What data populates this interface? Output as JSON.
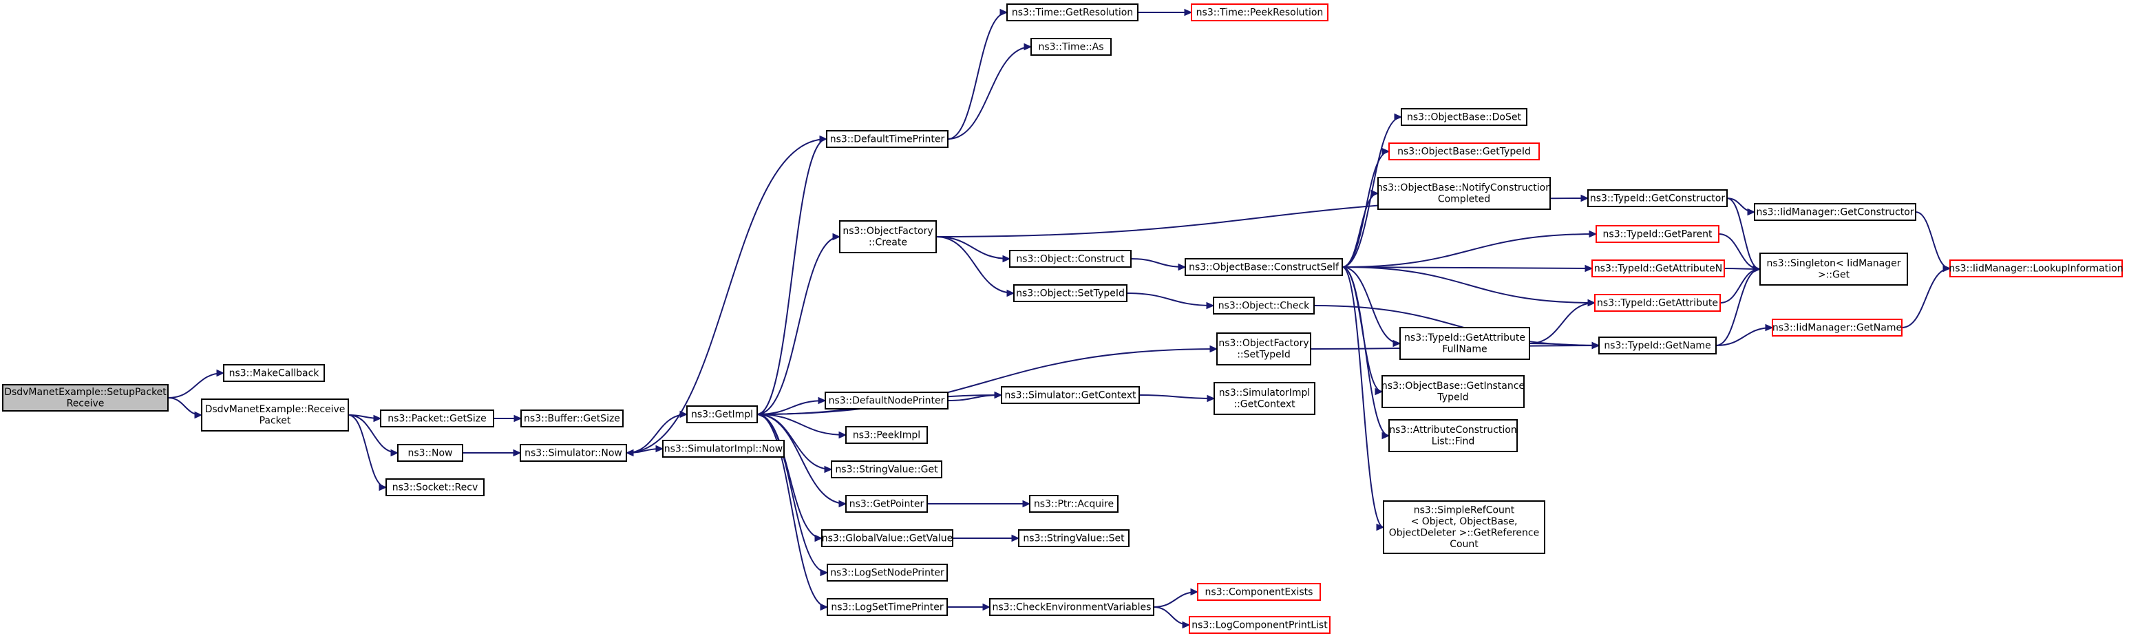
{
  "graph": {
    "nodes": [
      {
        "id": "setup",
        "lines": [
          "DsdvManetExample::SetupPacket",
          "Receive"
        ],
        "style": "gray"
      },
      {
        "id": "makecb",
        "lines": [
          "ns3::MakeCallback"
        ],
        "style": "normal"
      },
      {
        "id": "recvpkt",
        "lines": [
          "DsdvManetExample::Receive",
          "Packet"
        ],
        "style": "normal"
      },
      {
        "id": "pktsize",
        "lines": [
          "ns3::Packet::GetSize"
        ],
        "style": "normal"
      },
      {
        "id": "bufsize",
        "lines": [
          "ns3::Buffer::GetSize"
        ],
        "style": "normal"
      },
      {
        "id": "now",
        "lines": [
          "ns3::Now"
        ],
        "style": "normal"
      },
      {
        "id": "simnow",
        "lines": [
          "ns3::Simulator::Now"
        ],
        "style": "normal"
      },
      {
        "id": "sockrecv",
        "lines": [
          "ns3::Socket::Recv"
        ],
        "style": "normal"
      },
      {
        "id": "getimpl",
        "lines": [
          "ns3::GetImpl"
        ],
        "style": "normal"
      },
      {
        "id": "simimplnow",
        "lines": [
          "ns3::SimulatorImpl::Now"
        ],
        "style": "normal"
      },
      {
        "id": "deftime",
        "lines": [
          "ns3::DefaultTimePrinter"
        ],
        "style": "normal"
      },
      {
        "id": "getres",
        "lines": [
          "ns3::Time::GetResolution"
        ],
        "style": "normal"
      },
      {
        "id": "peekres",
        "lines": [
          "ns3::Time::PeekResolution"
        ],
        "style": "red"
      },
      {
        "id": "timeas",
        "lines": [
          "ns3::Time::As"
        ],
        "style": "normal"
      },
      {
        "id": "objfcreate",
        "lines": [
          "ns3::ObjectFactory",
          "::Create"
        ],
        "style": "normal"
      },
      {
        "id": "objconstruct",
        "lines": [
          "ns3::Object::Construct"
        ],
        "style": "normal"
      },
      {
        "id": "objsettid",
        "lines": [
          "ns3::Object::SetTypeId"
        ],
        "style": "normal"
      },
      {
        "id": "constructself",
        "lines": [
          "ns3::ObjectBase::ConstructSelf"
        ],
        "style": "normal"
      },
      {
        "id": "doset",
        "lines": [
          "ns3::ObjectBase::DoSet"
        ],
        "style": "normal"
      },
      {
        "id": "obgettid",
        "lines": [
          "ns3::ObjectBase::GetTypeId"
        ],
        "style": "red"
      },
      {
        "id": "notify",
        "lines": [
          "ns3::ObjectBase::NotifyConstruction",
          "Completed"
        ],
        "style": "normal"
      },
      {
        "id": "getctor",
        "lines": [
          "ns3::TypeId::GetConstructor"
        ],
        "style": "normal"
      },
      {
        "id": "iidgetctor",
        "lines": [
          "ns3::IidManager::GetConstructor"
        ],
        "style": "normal"
      },
      {
        "id": "lookup",
        "lines": [
          "ns3::IidManager::LookupInformation"
        ],
        "style": "red"
      },
      {
        "id": "getparent",
        "lines": [
          "ns3::TypeId::GetParent"
        ],
        "style": "red"
      },
      {
        "id": "singleton",
        "lines": [
          "ns3::Singleton< IidManager",
          ">::Get"
        ],
        "style": "normal"
      },
      {
        "id": "getattrn",
        "lines": [
          "ns3::TypeId::GetAttributeN"
        ],
        "style": "red"
      },
      {
        "id": "getattr",
        "lines": [
          "ns3::TypeId::GetAttribute"
        ],
        "style": "red"
      },
      {
        "id": "objcheck",
        "lines": [
          "ns3::Object::Check"
        ],
        "style": "normal"
      },
      {
        "id": "getattrfull",
        "lines": [
          "ns3::TypeId::GetAttribute",
          "FullName"
        ],
        "style": "normal"
      },
      {
        "id": "getname",
        "lines": [
          "ns3::TypeId::GetName"
        ],
        "style": "normal"
      },
      {
        "id": "iidgetname",
        "lines": [
          "ns3::IidManager::GetName"
        ],
        "style": "red"
      },
      {
        "id": "objfsettid",
        "lines": [
          "ns3::ObjectFactory",
          "::SetTypeId"
        ],
        "style": "normal"
      },
      {
        "id": "defnode",
        "lines": [
          "ns3::DefaultNodePrinter"
        ],
        "style": "normal"
      },
      {
        "id": "simgetctx",
        "lines": [
          "ns3::Simulator::GetContext"
        ],
        "style": "normal"
      },
      {
        "id": "simimplctx",
        "lines": [
          "ns3::SimulatorImpl",
          "::GetContext"
        ],
        "style": "normal"
      },
      {
        "id": "getinst",
        "lines": [
          "ns3::ObjectBase::GetInstance",
          "TypeId"
        ],
        "style": "normal"
      },
      {
        "id": "attrfind",
        "lines": [
          "ns3::AttributeConstruction",
          "List::Find"
        ],
        "style": "normal"
      },
      {
        "id": "peekimpl",
        "lines": [
          "ns3::PeekImpl"
        ],
        "style": "normal"
      },
      {
        "id": "strget",
        "lines": [
          "ns3::StringValue::Get"
        ],
        "style": "normal"
      },
      {
        "id": "getptr",
        "lines": [
          "ns3::GetPointer"
        ],
        "style": "normal"
      },
      {
        "id": "ptracq",
        "lines": [
          "ns3::Ptr::Acquire"
        ],
        "style": "normal"
      },
      {
        "id": "refcount",
        "lines": [
          "ns3::SimpleRefCount",
          "< Object, ObjectBase,",
          "ObjectDeleter >::GetReference",
          "Count"
        ],
        "style": "normal"
      },
      {
        "id": "gvget",
        "lines": [
          "ns3::GlobalValue::GetValue"
        ],
        "style": "normal"
      },
      {
        "id": "strset",
        "lines": [
          "ns3::StringValue::Set"
        ],
        "style": "normal"
      },
      {
        "id": "lognode",
        "lines": [
          "ns3::LogSetNodePrinter"
        ],
        "style": "normal"
      },
      {
        "id": "logtime",
        "lines": [
          "ns3::LogSetTimePrinter"
        ],
        "style": "normal"
      },
      {
        "id": "checkenv",
        "lines": [
          "ns3::CheckEnvironmentVariables"
        ],
        "style": "normal"
      },
      {
        "id": "compexists",
        "lines": [
          "ns3::ComponentExists"
        ],
        "style": "red"
      },
      {
        "id": "logprint",
        "lines": [
          "ns3::LogComponentPrintList"
        ],
        "style": "red"
      }
    ],
    "edges": [
      [
        "setup",
        "makecb"
      ],
      [
        "setup",
        "recvpkt"
      ],
      [
        "recvpkt",
        "pktsize"
      ],
      [
        "recvpkt",
        "now"
      ],
      [
        "recvpkt",
        "sockrecv"
      ],
      [
        "pktsize",
        "bufsize"
      ],
      [
        "now",
        "simnow"
      ],
      [
        "simnow",
        "getimpl"
      ],
      [
        "simnow",
        "simimplnow"
      ],
      [
        "getimpl",
        "deftime"
      ],
      [
        "deftime",
        "simnow"
      ],
      [
        "deftime",
        "getres"
      ],
      [
        "deftime",
        "timeas"
      ],
      [
        "getres",
        "peekres"
      ],
      [
        "getimpl",
        "objfcreate"
      ],
      [
        "objfcreate",
        "objconstruct"
      ],
      [
        "objfcreate",
        "objsettid"
      ],
      [
        "objfcreate",
        "getctor"
      ],
      [
        "objconstruct",
        "constructself"
      ],
      [
        "objsettid",
        "objcheck"
      ],
      [
        "constructself",
        "doset"
      ],
      [
        "constructself",
        "obgettid"
      ],
      [
        "constructself",
        "notify"
      ],
      [
        "constructself",
        "getparent"
      ],
      [
        "constructself",
        "getattrn"
      ],
      [
        "constructself",
        "getattr"
      ],
      [
        "constructself",
        "getattrfull"
      ],
      [
        "constructself",
        "getinst"
      ],
      [
        "constructself",
        "attrfind"
      ],
      [
        "constructself",
        "refcount"
      ],
      [
        "getctor",
        "iidgetctor"
      ],
      [
        "getctor",
        "singleton"
      ],
      [
        "iidgetctor",
        "lookup"
      ],
      [
        "getparent",
        "singleton"
      ],
      [
        "getattrn",
        "singleton"
      ],
      [
        "getattr",
        "singleton"
      ],
      [
        "getattrfull",
        "getattr"
      ],
      [
        "getattrfull",
        "getname"
      ],
      [
        "getname",
        "singleton"
      ],
      [
        "getname",
        "iidgetname"
      ],
      [
        "iidgetname",
        "lookup"
      ],
      [
        "objcheck",
        "getname"
      ],
      [
        "objfsettid",
        "getname"
      ],
      [
        "getimpl",
        "objfsettid"
      ],
      [
        "getimpl",
        "defnode"
      ],
      [
        "defnode",
        "simgetctx"
      ],
      [
        "simgetctx",
        "getimpl"
      ],
      [
        "simgetctx",
        "simimplctx"
      ],
      [
        "getimpl",
        "peekimpl"
      ],
      [
        "getimpl",
        "strget"
      ],
      [
        "getimpl",
        "getptr"
      ],
      [
        "getptr",
        "ptracq"
      ],
      [
        "getimpl",
        "gvget"
      ],
      [
        "gvget",
        "strset"
      ],
      [
        "getimpl",
        "lognode"
      ],
      [
        "getimpl",
        "logtime"
      ],
      [
        "logtime",
        "checkenv"
      ],
      [
        "checkenv",
        "compexists"
      ],
      [
        "checkenv",
        "logprint"
      ]
    ]
  }
}
